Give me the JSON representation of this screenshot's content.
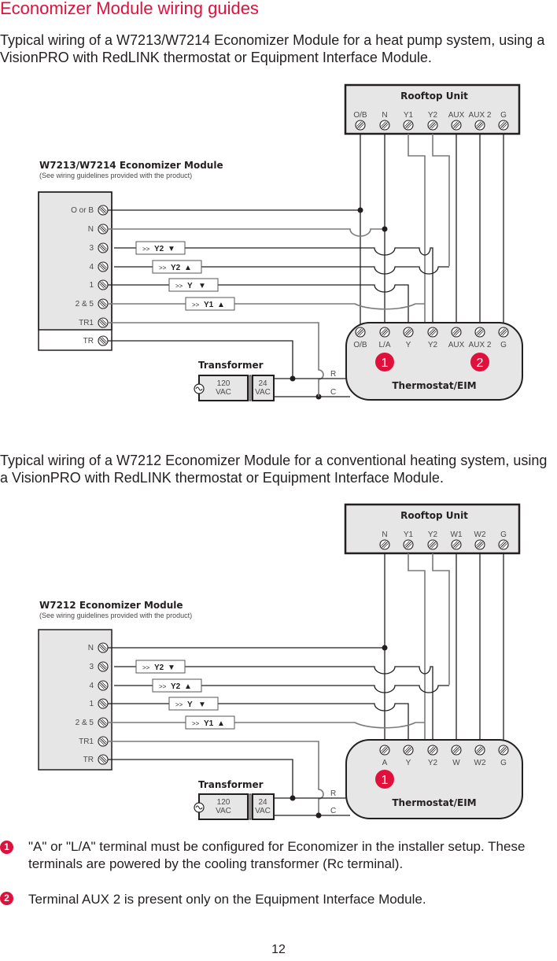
{
  "page": {
    "title": "Economizer Module wiring guides",
    "page_number": "12",
    "accent_color": "#e0103c"
  },
  "section1": {
    "description": "Typical wiring of a W7213/W7214 Economizer Module for a heat pump system, using a VisionPRO with RedLINK thermostat or Equipment Interface Module.",
    "rooftop": {
      "title": "Rooftop Unit",
      "terminals": [
        "O/B",
        "N",
        "Y1",
        "Y2",
        "AUX",
        "AUX 2",
        "G"
      ]
    },
    "module": {
      "title": "W7213/W7214 Economizer Module",
      "subtitle": "(See wiring guidelines provided with the product)",
      "terminals": [
        "O or B",
        "N",
        "3",
        "4",
        "1",
        "2 & 5",
        "TR1",
        "TR"
      ]
    },
    "relays": [
      {
        "prefix": ">>",
        "label": "Y2",
        "arrow": "▼"
      },
      {
        "prefix": ">>",
        "label": "Y2",
        "arrow": "▲"
      },
      {
        "prefix": ">>",
        "label": "Y",
        "arrow": "▼"
      },
      {
        "prefix": ">>",
        "label": "Y1",
        "arrow": "▲"
      }
    ],
    "transformer": {
      "title": "Transformer",
      "primary": [
        "120",
        "VAC"
      ],
      "secondary": [
        "24",
        "VAC"
      ],
      "r_label": "R",
      "c_label": "C"
    },
    "thermostat": {
      "title": "Thermostat/EIM",
      "terminals": [
        "O/B",
        "L/A",
        "Y",
        "Y2",
        "AUX",
        "AUX 2",
        "G"
      ],
      "badges": [
        "1",
        "2"
      ]
    }
  },
  "section2": {
    "description": "Typical wiring of a W7212 Economizer Module for a conventional heating system, using a VisionPRO with RedLINK thermostat or Equipment Interface Module.",
    "rooftop": {
      "title": "Rooftop Unit",
      "terminals": [
        "N",
        "Y1",
        "Y2",
        "W1",
        "W2",
        "G"
      ]
    },
    "module": {
      "title": "W7212 Economizer Module",
      "subtitle": "(See wiring guidelines provided with the product)",
      "terminals": [
        "N",
        "3",
        "4",
        "1",
        "2 & 5",
        "TR1",
        "TR"
      ]
    },
    "relays": [
      {
        "prefix": ">>",
        "label": "Y2",
        "arrow": "▼"
      },
      {
        "prefix": ">>",
        "label": "Y2",
        "arrow": "▲"
      },
      {
        "prefix": ">>",
        "label": "Y",
        "arrow": "▼"
      },
      {
        "prefix": ">>",
        "label": "Y1",
        "arrow": "▲"
      }
    ],
    "transformer": {
      "title": "Transformer",
      "primary": [
        "120",
        "VAC"
      ],
      "secondary": [
        "24",
        "VAC"
      ],
      "r_label": "R",
      "c_label": "C"
    },
    "thermostat": {
      "title": "Thermostat/EIM",
      "terminals": [
        "A",
        "Y",
        "Y2",
        "W",
        "W2",
        "G"
      ],
      "badges": [
        "1"
      ]
    }
  },
  "notes": [
    {
      "badge": "1",
      "text": "\"A\" or \"L/A\" terminal must be configured for Economizer in the installer setup. These terminals are powered by the cooling transformer (Rc terminal)."
    },
    {
      "badge": "2",
      "text": "Terminal AUX 2 is present only on the Equipment Interface Module."
    }
  ]
}
